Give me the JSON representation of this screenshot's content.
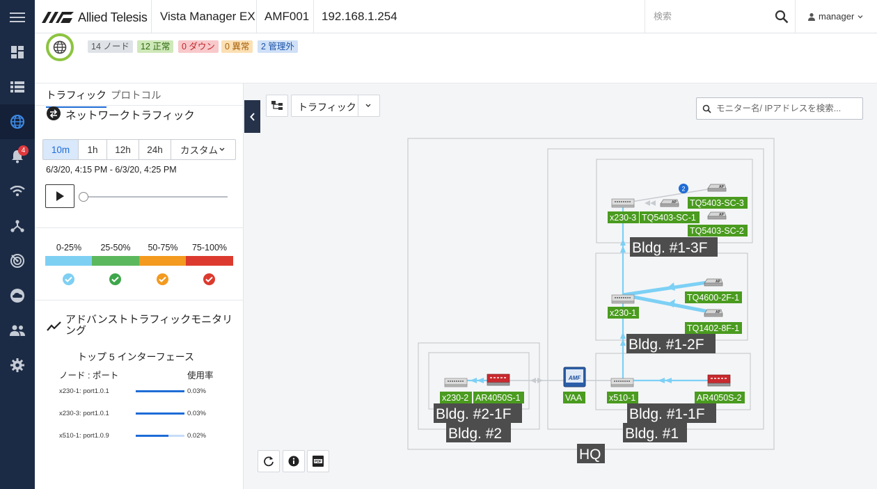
{
  "header": {
    "brand": "Allied Telesis",
    "product": "Vista Manager EX",
    "area": "AMF001",
    "ip": "192.168.1.254",
    "search_placeholder": "検索",
    "user": "manager"
  },
  "nav": {
    "items": [
      "menu",
      "dashboard",
      "list",
      "network-map",
      "alarms",
      "wireless",
      "topology",
      "radar",
      "cloud",
      "users",
      "settings"
    ],
    "alarm_count": "4",
    "active": "network-map"
  },
  "summary": {
    "chips": [
      {
        "label": "14 ノード",
        "bg": "#dfe3e8",
        "fg": "#555"
      },
      {
        "label": "12 正常",
        "bg": "#cfe8b9",
        "fg": "#2e6b10"
      },
      {
        "label": "0 ダウン",
        "bg": "#f8c9cb",
        "fg": "#c0282e"
      },
      {
        "label": "0 異常",
        "bg": "#fbe0b4",
        "fg": "#a8610b"
      },
      {
        "label": "2 管理外",
        "bg": "#cfe0f7",
        "fg": "#1e55a8"
      }
    ]
  },
  "panel": {
    "tabs": [
      {
        "label": "トラフィック",
        "active": true
      },
      {
        "label": "プロトコル",
        "active": false
      }
    ],
    "network_traffic_title": "ネットワークトラフィック",
    "ranges": [
      "10m",
      "1h",
      "12h",
      "24h",
      "カスタム"
    ],
    "active_range": "10m",
    "time_range": "6/3/20, 4:15 PM - 6/3/20, 4:25 PM",
    "playback_position": 0,
    "legend": [
      {
        "label": "0-25%",
        "color": "#7ed0f3"
      },
      {
        "label": "25-50%",
        "color": "#5cb85c"
      },
      {
        "label": "50-75%",
        "color": "#f39a1f"
      },
      {
        "label": "75-100%",
        "color": "#dc3a2e"
      }
    ],
    "advanced_title": "アドバンストトラフィックモニタリング",
    "top5_title": "トップ 5 インターフェース",
    "col_node_port": "ノード : ポート",
    "col_usage": "使用率",
    "top5": [
      {
        "label": "x230-1: port1.0.1",
        "value": "0.03%",
        "fill": 1.0
      },
      {
        "label": "x230-3: port1.0.1",
        "value": "0.03%",
        "fill": 1.0
      },
      {
        "label": "x510-1: port1.0.9",
        "value": "0.02%",
        "fill": 0.67
      }
    ]
  },
  "map": {
    "view_label": "トラフィック",
    "search_placeholder": "モニター名/ IPアドレスを検索...",
    "areas": {
      "hq": "HQ",
      "bldg1": "Bldg. #1",
      "bldg2": "Bldg. #2",
      "bldg1_3f": "Bldg. #1-3F",
      "bldg1_2f": "Bldg. #1-2F",
      "bldg1_1f": "Bldg. #1-1F",
      "bldg2_1f": "Bldg. #2-1F"
    },
    "nodes": {
      "x230_3": "x230-3",
      "tq5403_sc_1": "TQ5403-SC-1",
      "tq5403_sc_3": "TQ5403-SC-3",
      "tq5403_sc_2": "TQ5403-SC-2",
      "x230_1": "x230-1",
      "tq4600_2f_1": "TQ4600-2F-1",
      "tq1402_8f_1": "TQ1402-8F-1",
      "x510_1": "x510-1",
      "ar4050s_2": "AR4050S-2",
      "vaa": "VAA",
      "x230_2": "x230-2",
      "ar4050s_1": "AR4050S-1"
    },
    "ap_cluster_count": "2",
    "vaa_icon_text": "AMF"
  }
}
